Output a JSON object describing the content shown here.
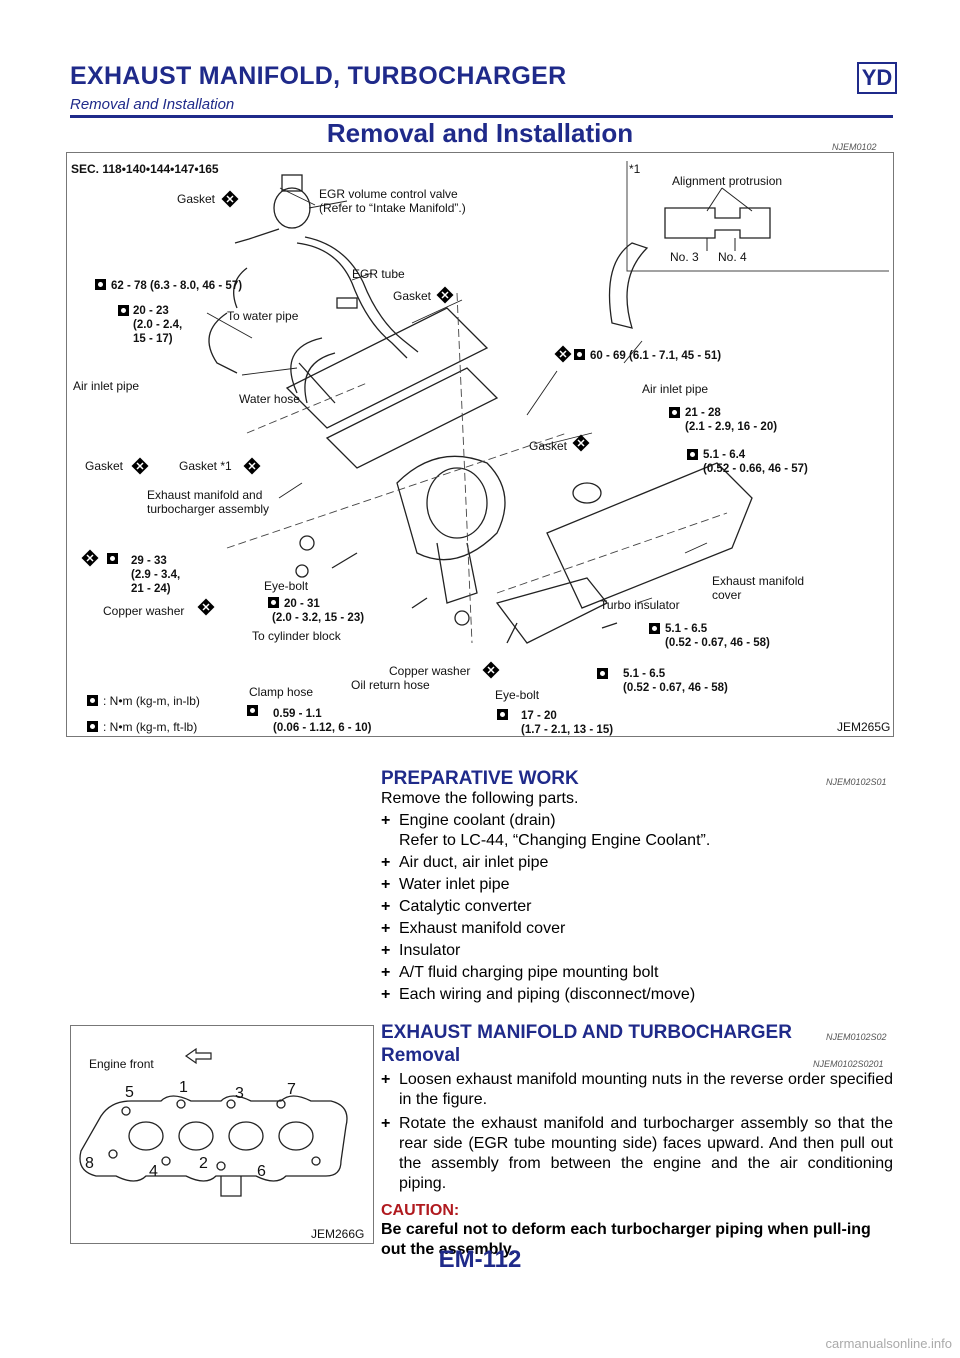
{
  "header": {
    "title": "EXHAUST MANIFOLD, TURBOCHARGER",
    "badge": "YD",
    "subtitle": "Removal and Installation"
  },
  "section": {
    "title": "Removal and Installation",
    "ref": "NJEM0102"
  },
  "figure1": {
    "sec": "SEC. 118•140•144•147•165",
    "id": "JEM265G",
    "labels": {
      "gasket_top": "Gasket",
      "egr_valve_1": "EGR volume control valve",
      "egr_valve_2": "(Refer to “Intake Manifold”.)",
      "t1": "62 - 78 (6.3 - 8.0, 46 - 57)",
      "egr_tube": "EGR tube",
      "gasket_r": "Gasket",
      "t2a": "20 - 23",
      "t2b": "(2.0 - 2.4,",
      "t2c": "15 - 17)",
      "to_water_pipe": "To water pipe",
      "t3": "60 - 69 (6.1 - 7.1, 45 - 51)",
      "air_inlet_pipe_r": "Air inlet pipe",
      "air_inlet_pipe_l": "Air inlet pipe",
      "water_hose": "Water hose",
      "t4a": "21 - 28",
      "t4b": "(2.1 - 2.9, 16 - 20)",
      "gasket_mid": "Gasket",
      "t5a": "5.1 - 6.4",
      "t5b": "(0.52 - 0.66, 46 - 57)",
      "gasket_l": "Gasket",
      "gasket_star1": "Gasket *1",
      "exh_asm_1": "Exhaust manifold and",
      "exh_asm_2": "turbocharger assembly",
      "t6a": "29 - 33",
      "t6b": "(2.9 - 3.4,",
      "t6c": "21 - 24)",
      "eye_bolt_1": "Eye-bolt",
      "t7a": "20 - 31",
      "t7b": "(2.0 - 3.2, 15 - 23)",
      "copper_washer_l": "Copper washer",
      "exh_cover_1": "Exhaust manifold",
      "exh_cover_2": "cover",
      "turbo_ins": "Turbo insulator",
      "to_cyl": "To cylinder block",
      "t8a": "5.1 - 6.5",
      "t8b": "(0.52 - 0.67, 46 - 58)",
      "copper_washer_r": "Copper washer",
      "oil_return": "Oil return hose",
      "t9a": "5.1 - 6.5",
      "t9b": "(0.52 - 0.67, 46 - 58)",
      "clamp_hose": "Clamp hose",
      "eye_bolt_2": "Eye-bolt",
      "leg1": ": N•m (kg-m, in-lb)",
      "leg2": ": N•m (kg-m, ft-lb)",
      "t10a": "0.59 - 1.1",
      "t10b": "(0.06 - 1.12, 6 - 10)",
      "t11a": "17 - 20",
      "t11b": "(1.7 - 2.1, 13 - 15)",
      "inset_star": "*1",
      "inset_align": "Alignment protrusion",
      "inset_no3": "No. 3",
      "inset_no4": "No. 4"
    }
  },
  "prep": {
    "title": "PREPARATIVE WORK",
    "ref": "NJEM0102S01",
    "intro": "Remove the following parts.",
    "bullet_mark": "+",
    "items": [
      "Engine coolant (drain)",
      "Air duct, air inlet pipe",
      "Water inlet pipe",
      "Catalytic converter",
      "Exhaust manifold cover",
      "Insulator",
      "A/T fluid charging pipe mounting bolt",
      "Each wiring and piping (disconnect/move)"
    ],
    "item0_sub": "Refer to LC-44, “Changing Engine Coolant”."
  },
  "figure2": {
    "engine_front": "Engine front",
    "id": "JEM266G",
    "numbers": [
      "5",
      "1",
      "3",
      "7",
      "8",
      "4",
      "2",
      "6"
    ]
  },
  "exh": {
    "title": "EXHAUST MANIFOLD AND TURBOCHARGER",
    "ref": "NJEM0102S02",
    "sub": "Removal",
    "sub_ref": "NJEM0102S0201",
    "b1": "Loosen exhaust manifold mounting nuts in the reverse order specified in the figure.",
    "b2": "Rotate the exhaust manifold and turbocharger assembly so that the rear side (EGR tube mounting side) faces upward. And then pull out the assembly from between the engine and the air conditioning piping.",
    "caution_label": "CAUTION:",
    "caution_text": "Be careful not to deform each turbocharger piping when pull-ing out the assembly."
  },
  "footer": {
    "page": "EM-112"
  },
  "watermark": "carmanualsonline.info"
}
